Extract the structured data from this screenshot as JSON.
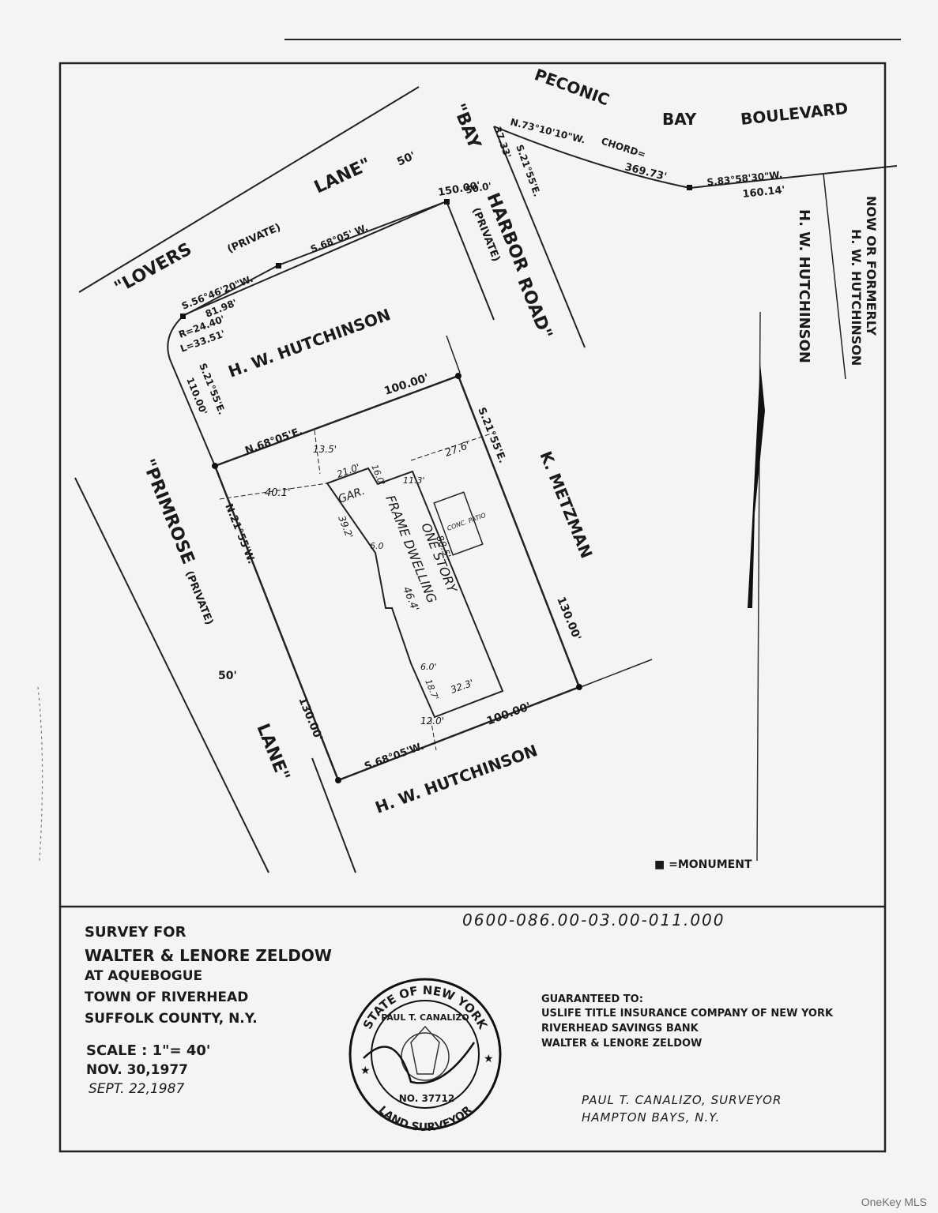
{
  "roads": {
    "peconic": "PECONIC",
    "bay": "BAY",
    "boulevard": "BOULEVARD",
    "lovers": "\"LOVERS",
    "lovers_private": "(PRIVATE)",
    "lovers_lane": "LANE\"",
    "lovers_width": "50'",
    "bay_q": "\"BAY",
    "harbor": "HARBOR",
    "road": "ROAD\"",
    "bay_private": "(PRIVATE)",
    "primrose": "\"PRIMROSE",
    "primrose_private": "(PRIVATE)",
    "primrose_width": "50'",
    "primrose_lane": "LANE\""
  },
  "owners": {
    "hutchinson_north": "H. W. HUTCHINSON",
    "hutchinson_south": "H. W. HUTCHINSON",
    "hutchinson_east": "H. W. HUTCHINSON",
    "now_or_formerly": "NOW OR FORMERLY",
    "now_or_formerly_name": "H. W. HUTCHINSON",
    "metzman": "K. METZMAN"
  },
  "bearings": {
    "chord": "CHORD=",
    "chord_bearing": "N.73°10'10\"W.",
    "chord_length": "369.73'",
    "s83": "S.83°58'30\"W.",
    "d160": "160.14'",
    "s68_top": "S.68°05' W.",
    "d150": "150.00'",
    "d50": "50.0'",
    "s21_bay": "S.21°55'E.",
    "d37": "37.33'",
    "s56": "S.56°46'20\"W.",
    "d81": "81.98'",
    "curve_r": "R=24.40'",
    "curve_l": "L=33.51'",
    "s21_west": "S.21°55'E.",
    "d110": "110.00'",
    "n68": "N.68°05'E.",
    "d100_n": "100.00'",
    "s21_east": "S.21°55'E.",
    "d130_e": "130.00'",
    "n21_west": "N.21°55'W.",
    "d130_w": "130.00'",
    "s68_south": "S.68°05'W.",
    "d100_s": "100.00'"
  },
  "dwelling": {
    "off_13": "13.5'",
    "off_40": "40.1'",
    "off_27": "27.6'",
    "dim_21": "21.0'",
    "dim_16": "16.0'",
    "dim_11": "11.3'",
    "garage": "GAR.",
    "dim_39": "39.2'",
    "dim_6a": "6.0",
    "label_1": "ONE STORY",
    "label_2": "FRAME DWELLING",
    "dim_46": "46.4'",
    "dim_88": "88.5'",
    "patio": "CONC. PATIO",
    "dim_6b": "6.0'",
    "dim_18": "18.7'",
    "dim_32": "32.3'",
    "dim_12": "12.0'"
  },
  "legend": {
    "monument": "■ =MONUMENT"
  },
  "tax_map": "0600-086.00-03.00-011.000",
  "title_block": {
    "l1": "SURVEY FOR",
    "l2": "WALTER & LENORE ZELDOW",
    "l3": "AT AQUEBOGUE",
    "l4": "TOWN OF RIVERHEAD",
    "l5": "SUFFOLK COUNTY, N.Y.",
    "scale": "SCALE : 1\"= 40'",
    "date1": "NOV. 30,1977",
    "date2": "SEPT. 22,1987"
  },
  "seal": {
    "top": "STATE OF NEW YORK",
    "name": "PAUL T. CANALIZO",
    "number": "NO. 37712",
    "bottom": "LAND SURVEYOR"
  },
  "guaranteed": {
    "heading": "GUARANTEED TO:",
    "l1": "USLIFE TITLE INSURANCE COMPANY OF NEW YORK",
    "l2": "RIVERHEAD SAVINGS BANK",
    "l3": "WALTER & LENORE ZELDOW"
  },
  "surveyor": {
    "l1": "PAUL T. CANALIZO, SURVEYOR",
    "l2": "HAMPTON BAYS, N.Y."
  },
  "watermark": "OneKey MLS"
}
